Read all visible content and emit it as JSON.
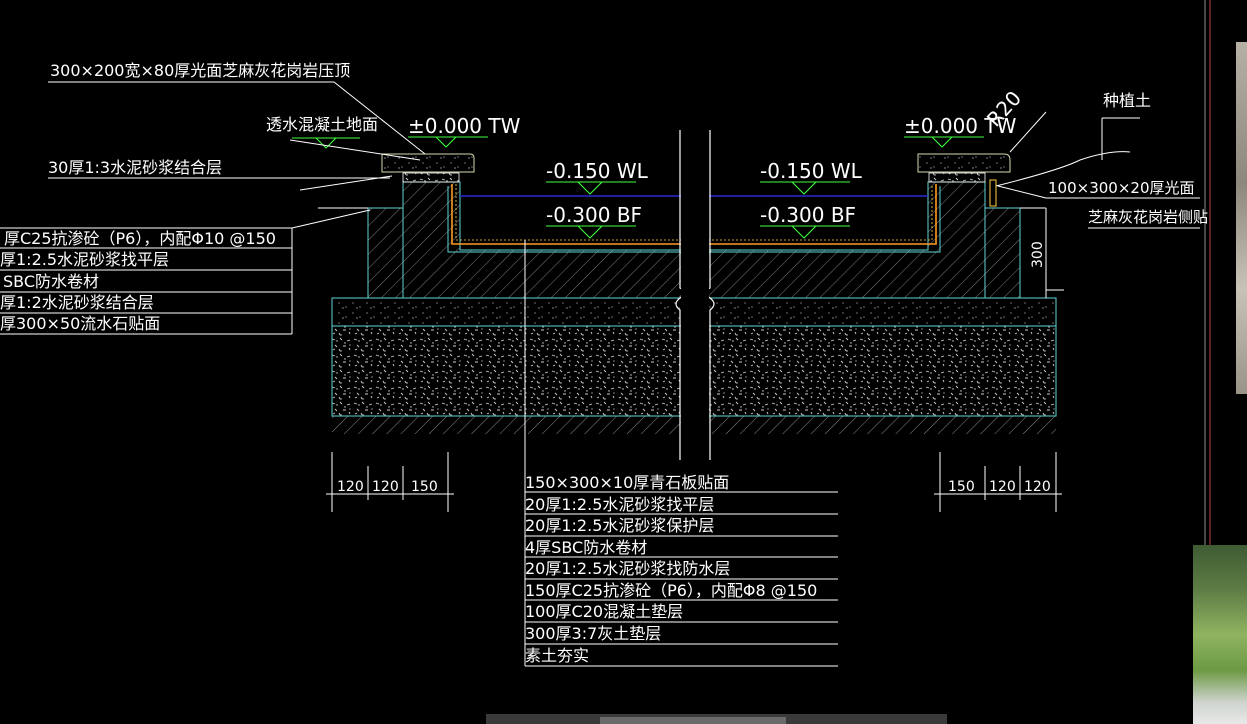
{
  "top_left_labels": {
    "coping": "300×200宽×80厚光面芝麻灰花岗岩压顶",
    "pervious": "透水混凝土地面",
    "mortar_bed": "30厚1:3水泥砂浆结合层"
  },
  "elevations": {
    "tw_left": "±0.000 TW",
    "tw_right": "±0.000 TW",
    "wl_left": "-0.150 WL",
    "wl_right": "-0.150 WL",
    "bf_left": "-0.300 BF",
    "bf_right": "-0.300 BF",
    "radius": "R20"
  },
  "right_labels": {
    "soil": "种植土",
    "cladding_line1": "100×300×20厚光面",
    "cladding_line2": "芝麻灰花岗岩侧贴",
    "dim_300": "300"
  },
  "left_wall_layers": [
    "厚C25抗渗砼（P6），内配Φ10 @150",
    "厚1:2.5水泥砂浆找平层",
    "SBC防水卷材",
    "厚1:2水泥砂浆结合层",
    "厚300×50流水石贴面"
  ],
  "bottom_layers": [
    "150×300×10厚青石板贴面",
    "20厚1:2.5水泥砂浆找平层",
    "20厚1:2.5水泥砂浆保护层",
    "4厚SBC防水卷材",
    "20厚1:2.5水泥砂浆找防水层",
    "150厚C25抗渗砼（P6），内配Φ8 @150",
    "100厚C20混凝土垫层",
    "300厚3:7灰土垫层",
    "素土夯实"
  ],
  "dims_left": [
    "120",
    "120",
    "150"
  ],
  "dims_right": [
    "150",
    "120",
    "120"
  ],
  "colors": {
    "background": "#000000",
    "outline": "#5fd3d3",
    "hatch": "#9a9a9a",
    "water": "#3030ff",
    "membrane": "#ff9a20",
    "leader_green": "#40ff40",
    "text": "#ffffff"
  }
}
